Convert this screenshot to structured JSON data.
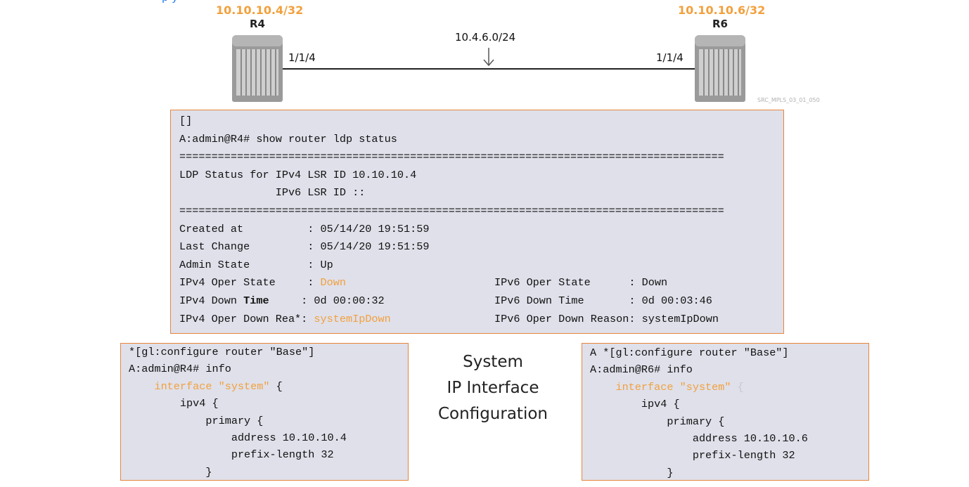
{
  "top_fragment": "p                        y",
  "diagram": {
    "r4": {
      "ip": "10.10.10.4/32",
      "name": "R4",
      "port": "1/1/4"
    },
    "r6": {
      "ip": "10.10.10.6/32",
      "name": "R6",
      "port": "1/1/4"
    },
    "link_subnet": "10.4.6.0/24",
    "image_tag": "SRC_MPLS_03_01_050"
  },
  "ldp_output": {
    "prompt_bracket": "[]",
    "command": "A:admin@R4# show router ldp status",
    "separator": "=====================================================================================",
    "header1": "LDP Status for IPv4 LSR ID 10.10.10.4",
    "header2": "               IPv6 LSR ID ::",
    "created_at": "Created at          : 05/14/20 19:51:59",
    "last_change": "Last Change         : 05/14/20 19:51:59",
    "admin_state": "Admin State         : Up",
    "ipv4_oper_state_label": "IPv4 Oper State     : ",
    "ipv4_oper_state_value": "Down",
    "ipv4_down_time_label": "IPv4 Down ",
    "ipv4_down_time_bold": "Time",
    "ipv4_down_time_value": "     : 0d 00:00:32",
    "ipv4_reason_label": "IPv4 Oper Down Rea*: ",
    "ipv4_reason_value": "systemIpDown",
    "ipv6_oper_state": "IPv6 Oper State      : Down",
    "ipv6_down_time": "IPv6 Down Time       : 0d 00:03:46",
    "ipv6_reason": "IPv6 Oper Down Reason: systemIpDown"
  },
  "r4_config": {
    "context": "*[gl:configure router \"Base\"]",
    "command": "A:admin@R4# info",
    "interface_kw": "    interface \"system\"",
    "interface_brace": " {",
    "ipv4": "        ipv4 {",
    "primary": "            primary {",
    "address": "                address 10.10.10.4",
    "prefix": "                prefix-length 32",
    "close": "            }"
  },
  "r6_config": {
    "context": "A *[gl:configure router \"Base\"]",
    "command": "A:admin@R6# info",
    "interface_kw": "    interface \"system\"",
    "interface_brace": " {",
    "ipv4": "        ipv4 {",
    "primary": "            primary {",
    "address": "                address 10.10.10.6",
    "prefix": "                prefix-length 32",
    "close": "            }"
  },
  "caption": {
    "line1": "System",
    "line2": "IP Interface",
    "line3": "Configuration"
  }
}
